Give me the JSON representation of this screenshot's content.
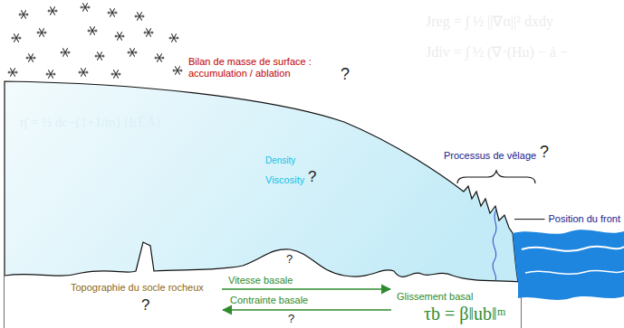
{
  "diagram": {
    "labels": [
      "Bilan de masse de surface : accumulation / ablation",
      "?",
      "Density",
      "Viscosity",
      "?",
      "Processus de vêlage",
      "?",
      "Position du front",
      "Vitesse basale",
      "?",
      "Contrainte basale",
      "?",
      "Glissement basal",
      "τb = β‖ub‖ᵐ",
      "Topographie du socle rocheux",
      "?",
      "Jreg = ∫ ½ ||∇α||² dxdy",
      "Jdiv = ∫ ½ (∇·(Hu) − ȧ −",
      "η̄ = ½ dc−(1+1/m) H(ĒĀ)"
    ]
  }
}
